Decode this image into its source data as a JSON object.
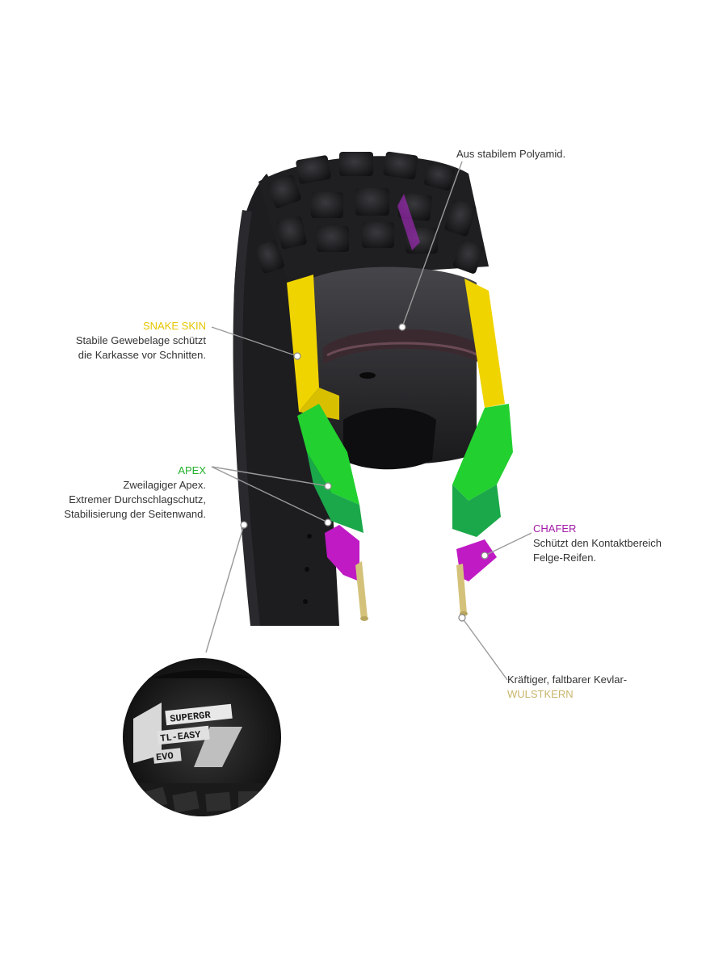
{
  "colors": {
    "snake_skin": "#f0d400",
    "apex": "#22c830",
    "chafer": "#b01ab0",
    "wulstkern": "#d4c27a",
    "tire": "#1c1c1e",
    "leader": "#9a9a9a"
  },
  "callouts": {
    "polyamid": {
      "text": "Aus stabilem Polyamid."
    },
    "snake_skin": {
      "title": "SNAKE SKIN",
      "lines": [
        "Stabile Gewebelage schützt",
        "die Karkasse vor Schnitten."
      ]
    },
    "apex": {
      "title": "APEX",
      "lines": [
        "Zweilagiger Apex.",
        "Extremer Durchschlagschutz,",
        "Stabilisierung der Seitenwand."
      ]
    },
    "chafer": {
      "title": "CHAFER",
      "lines": [
        "Schützt den Kontaktbereich",
        "Felge-Reifen."
      ]
    },
    "wulstkern": {
      "line": "Kräftiger, faltbarer Kevlar-",
      "title": "WULSTKERN"
    }
  },
  "badge": {
    "labels": [
      "SUPERGR",
      "TL-EASY",
      "EVO"
    ]
  }
}
